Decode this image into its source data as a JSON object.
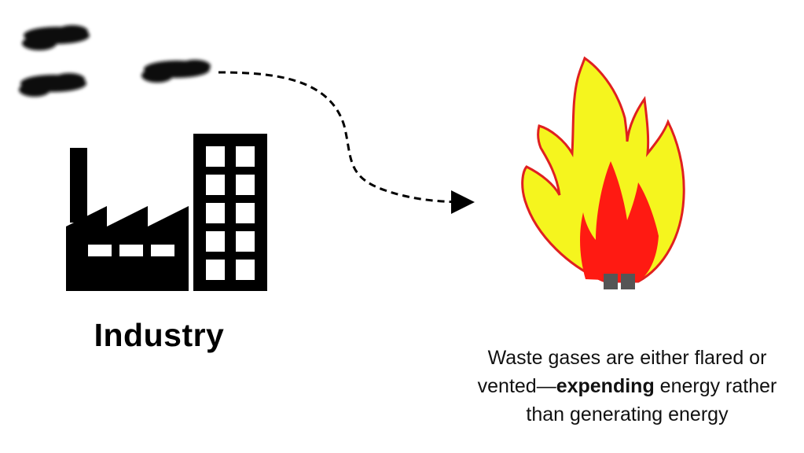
{
  "industry_label": "Industry",
  "caption": {
    "line1": "Waste gases are either flared or",
    "line2_prefix": "vented—",
    "line2_bold": "expending",
    "line2_suffix": " energy rather",
    "line3": "than generating energy"
  },
  "colors": {
    "factory": "#000000",
    "smoke": "#111111",
    "flame_outer": "#f5f51e",
    "flame_inner": "#ff1a12",
    "flame_outline": "#e02020",
    "burner": "#555555"
  }
}
